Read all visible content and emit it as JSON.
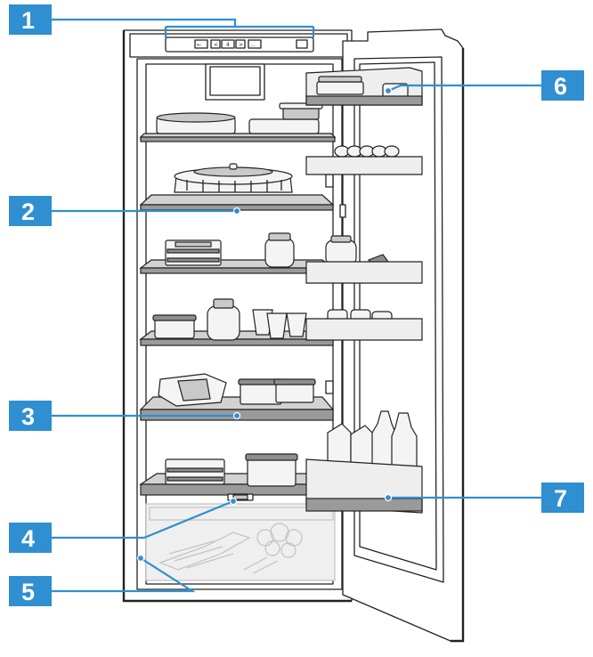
{
  "callouts": [
    {
      "number": "1",
      "part": "control-panel"
    },
    {
      "number": "2",
      "part": "glass-shelf"
    },
    {
      "number": "3",
      "part": "lower-glass-shelf"
    },
    {
      "number": "4",
      "part": "interior-light"
    },
    {
      "number": "5",
      "part": "vegetable-container"
    },
    {
      "number": "6",
      "part": "butter-dairy-compartment"
    },
    {
      "number": "7",
      "part": "bottle-rack"
    }
  ],
  "control_panel": {
    "buttons": [
      "←",
      "<",
      "4",
      ">",
      "..."
    ]
  },
  "colors": {
    "callout_blue": "#2f8fd1",
    "shelf_front": "#9a9a9a",
    "shelf_top": "#d2d2d2",
    "outline": "#222222"
  }
}
